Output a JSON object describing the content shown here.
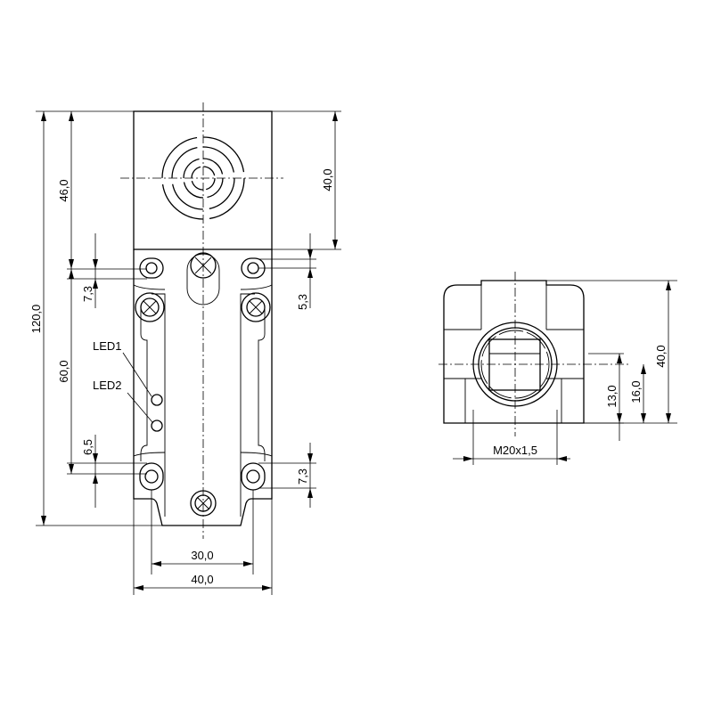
{
  "drawing": {
    "front_view": {
      "dimensions": {
        "total_height": "120,0",
        "top_section": "46,0",
        "sensing_face": "40,0",
        "hole_offset_top_left": "7,3",
        "hole_offset_top_right": "5,3",
        "hole_spacing": "60,0",
        "hole_offset_bottom_left": "6,5",
        "hole_offset_bottom_right": "7,3",
        "base_width": "30,0",
        "total_width": "40,0"
      },
      "labels": {
        "led1": "LED1",
        "led2": "LED2"
      }
    },
    "side_view": {
      "dimensions": {
        "height": "40,0",
        "thread_center_height": "16,0",
        "thread_offset": "13,0",
        "thread": "M20x1,5"
      }
    }
  }
}
